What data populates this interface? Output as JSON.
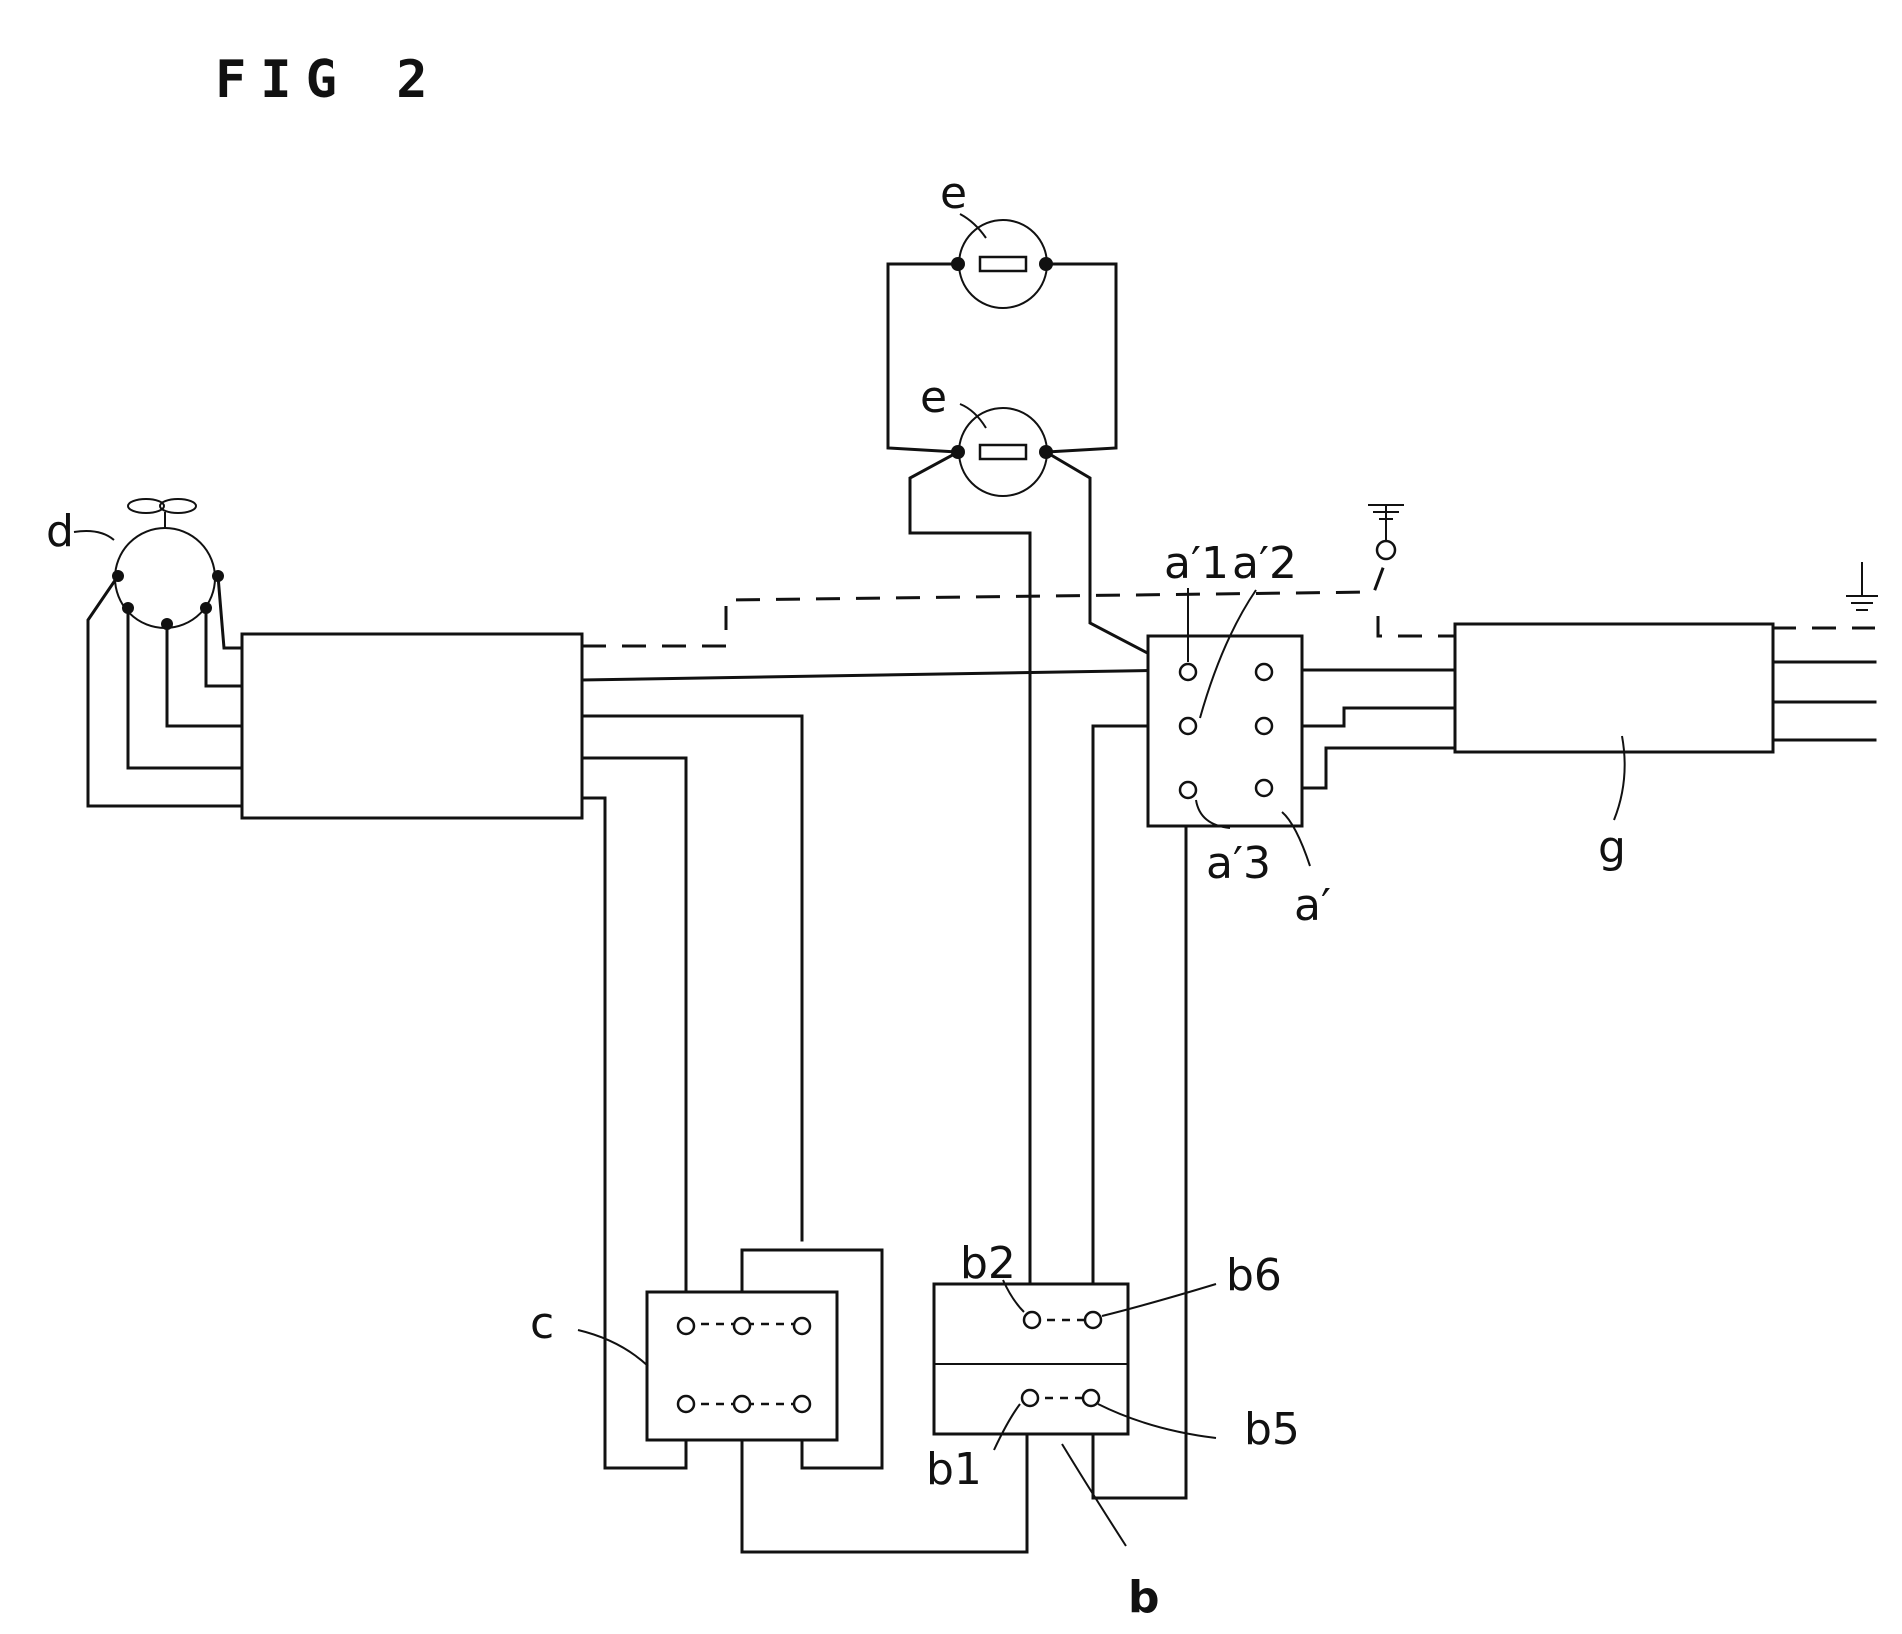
{
  "figure": {
    "title": "FIG 2"
  },
  "labels": {
    "d": "d",
    "e_top": "e",
    "e_bottom": "e",
    "a1": "a′1",
    "a2": "a′2",
    "a3": "a′3",
    "a_prime": "a′",
    "g": "g",
    "c": "c",
    "b2": "b2",
    "b6": "b6",
    "b1": "b1",
    "b5": "b5",
    "b": "b"
  }
}
